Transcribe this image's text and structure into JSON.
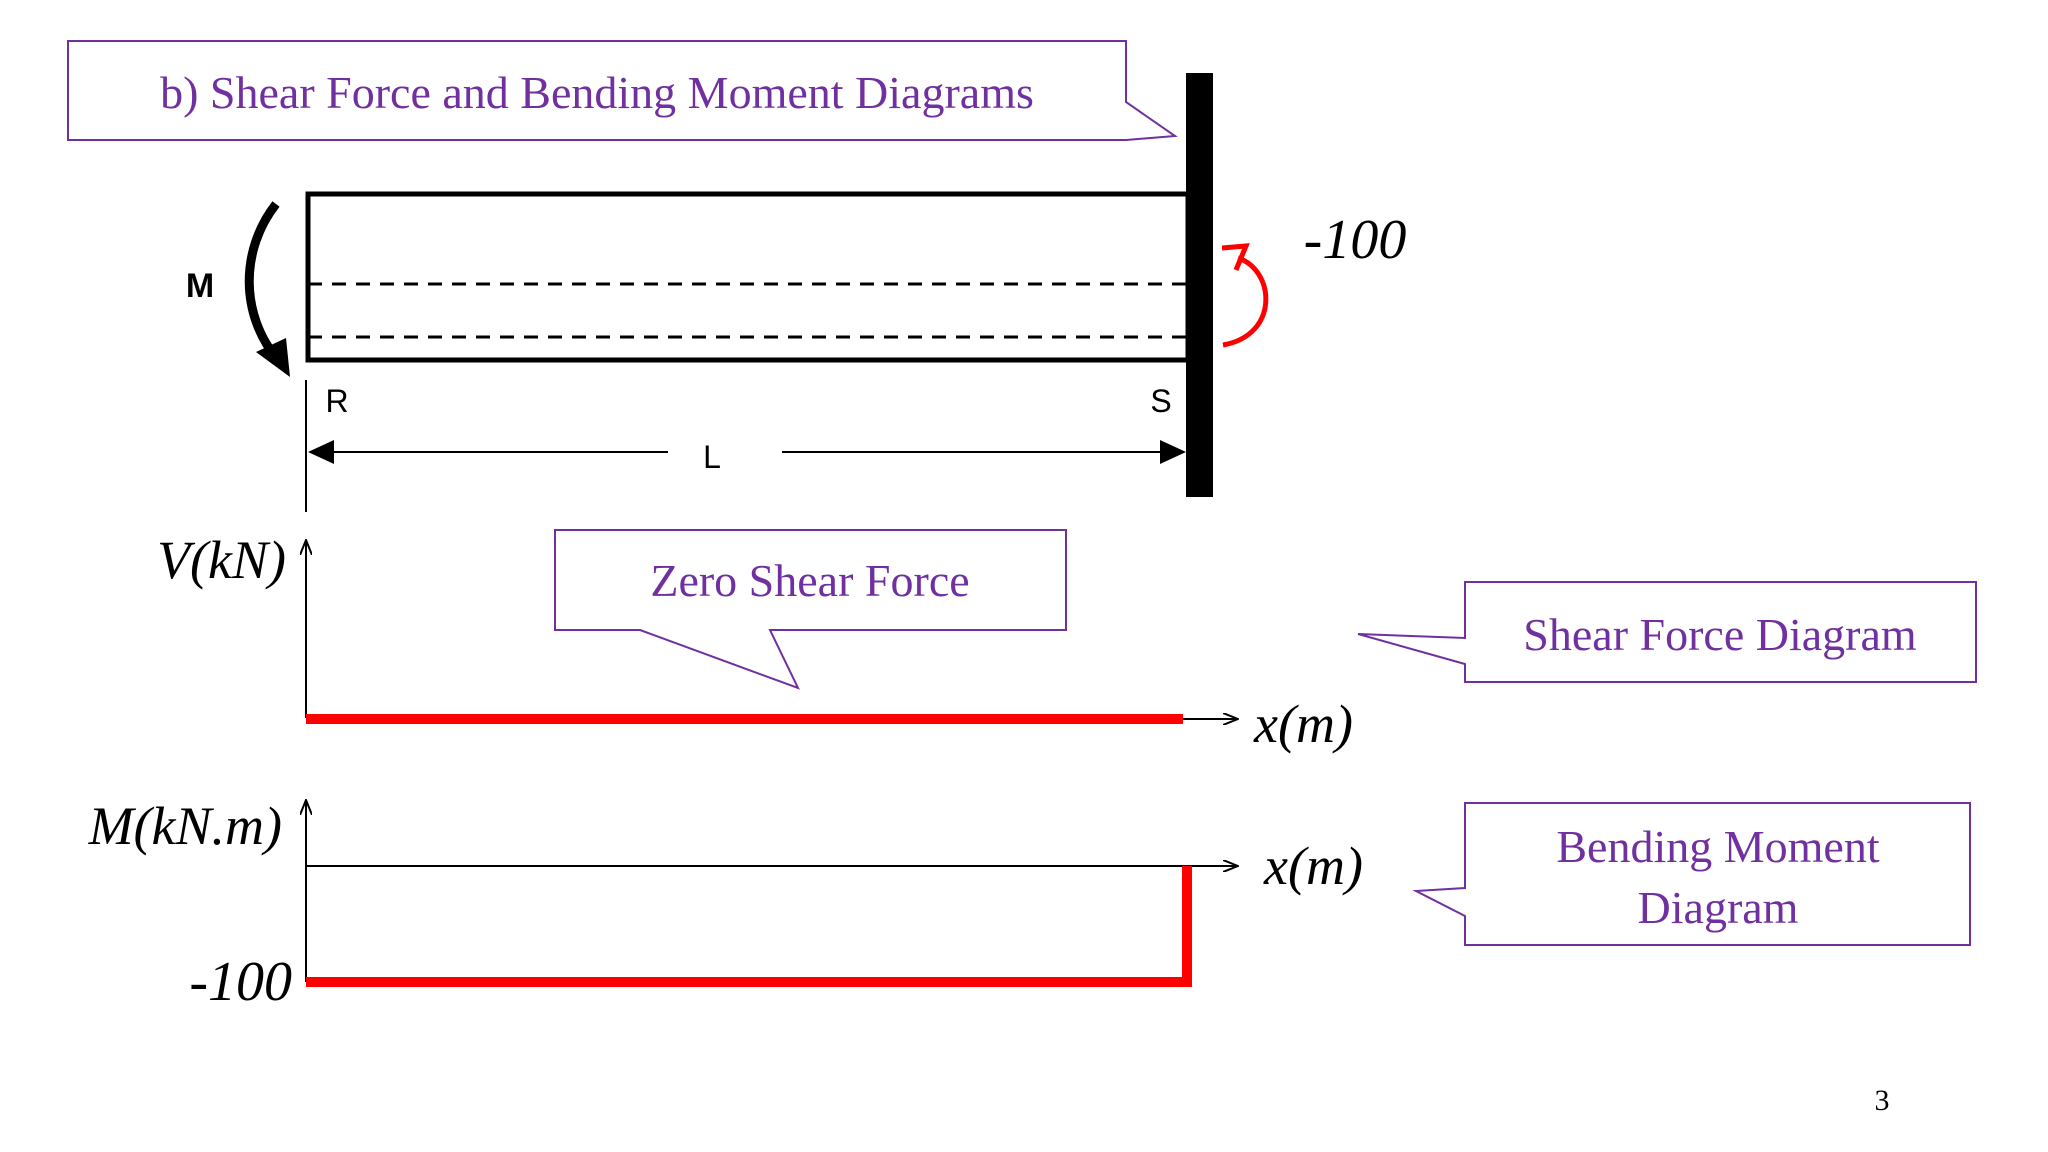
{
  "title_callout": {
    "text": "b) Shear Force and Bending Moment Diagrams"
  },
  "beam": {
    "moment_label": "M",
    "left_end_label": "R",
    "right_end_label": "S",
    "length_label": "L",
    "reaction_moment_label": "-100"
  },
  "shear_diagram": {
    "y_axis_label": "V(kN)",
    "x_axis_label": "x(m)",
    "callout": "Zero Shear Force",
    "side_callout": "Shear Force Diagram"
  },
  "moment_diagram": {
    "y_axis_label": "M(kN.m)",
    "x_axis_label": "x(m)",
    "value_label": "-100",
    "side_callout_line1": "Bending Moment",
    "side_callout_line2": "Diagram"
  },
  "page_number": "3",
  "colors": {
    "callout": "#7030a0",
    "diagram": "#ff0000",
    "beam": "#000000"
  }
}
